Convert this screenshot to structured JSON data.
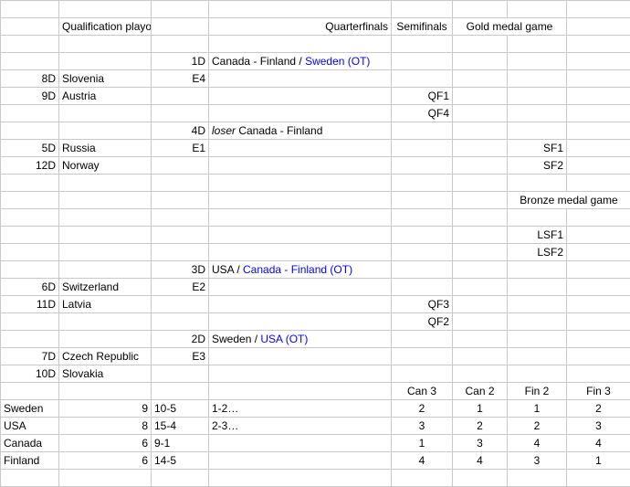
{
  "headers": {
    "qualification": "Qualification playoffs",
    "quarterfinals": "Quarterfinals",
    "semifinals": "Semifinals",
    "gold": "Gold medal game",
    "bronze": "Bronze medal game"
  },
  "qualification_playoffs": [
    {
      "seed": "8D",
      "team": "Slovenia"
    },
    {
      "seed": "9D",
      "team": "Austria"
    },
    {
      "seed": "5D",
      "team": "Russia"
    },
    {
      "seed": "12D",
      "team": "Norway"
    },
    {
      "seed": "6D",
      "team": "Switzerland"
    },
    {
      "seed": "11D",
      "team": "Latvia"
    },
    {
      "seed": "7D",
      "team": "Czech Republic"
    },
    {
      "seed": "10D",
      "team": "Slovakia"
    }
  ],
  "qual_codes": {
    "e4": "E4",
    "e1": "E1",
    "e2": "E2",
    "e3": "E3"
  },
  "quarterfinals": [
    {
      "seed": "1D",
      "black": "Canada - Finland / ",
      "blue": "Sweden (OT)",
      "italic": ""
    },
    {
      "seed": "4D",
      "black": "Canada - Finland",
      "blue": "",
      "italic": "loser "
    },
    {
      "seed": "3D",
      "black": "USA / ",
      "blue": "Canada - Finland (OT)",
      "italic": ""
    },
    {
      "seed": "2D",
      "black": "Sweden / ",
      "blue": "USA (OT)",
      "italic": ""
    }
  ],
  "qf_codes": {
    "qf1": "QF1",
    "qf4": "QF4",
    "qf3": "QF3",
    "qf2": "QF2"
  },
  "sf_codes": {
    "sf1": "SF1",
    "sf2": "SF2",
    "lsf1": "LSF1",
    "lsf2": "LSF2"
  },
  "standings": {
    "columns": [
      "Can 3",
      "Can 2",
      "Fin 2",
      "Fin 3"
    ],
    "column_colors": [
      "#000000",
      "#0000ff",
      "#0000ff",
      "#000000"
    ],
    "rows": [
      {
        "team": "Sweden",
        "pts": "9",
        "gd": "10-5",
        "note": "1-2…",
        "vals": [
          "2",
          "1",
          "1",
          "2"
        ]
      },
      {
        "team": "USA",
        "pts": "8",
        "gd": "15-4",
        "note": "2-3…",
        "vals": [
          "3",
          "2",
          "2",
          "3"
        ]
      },
      {
        "team": "Canada",
        "pts": "6",
        "gd": "9-1",
        "note": "",
        "vals": [
          "1",
          "3",
          "4",
          "4"
        ]
      },
      {
        "team": "Finland",
        "pts": "6",
        "gd": "14-5",
        "note": "",
        "vals": [
          "4",
          "4",
          "3",
          "1"
        ]
      }
    ]
  },
  "colors": {
    "accent_blue": "#0000ff",
    "grid": "#c9c9c9",
    "frame": "#b8960c",
    "bracket": "#000000"
  }
}
